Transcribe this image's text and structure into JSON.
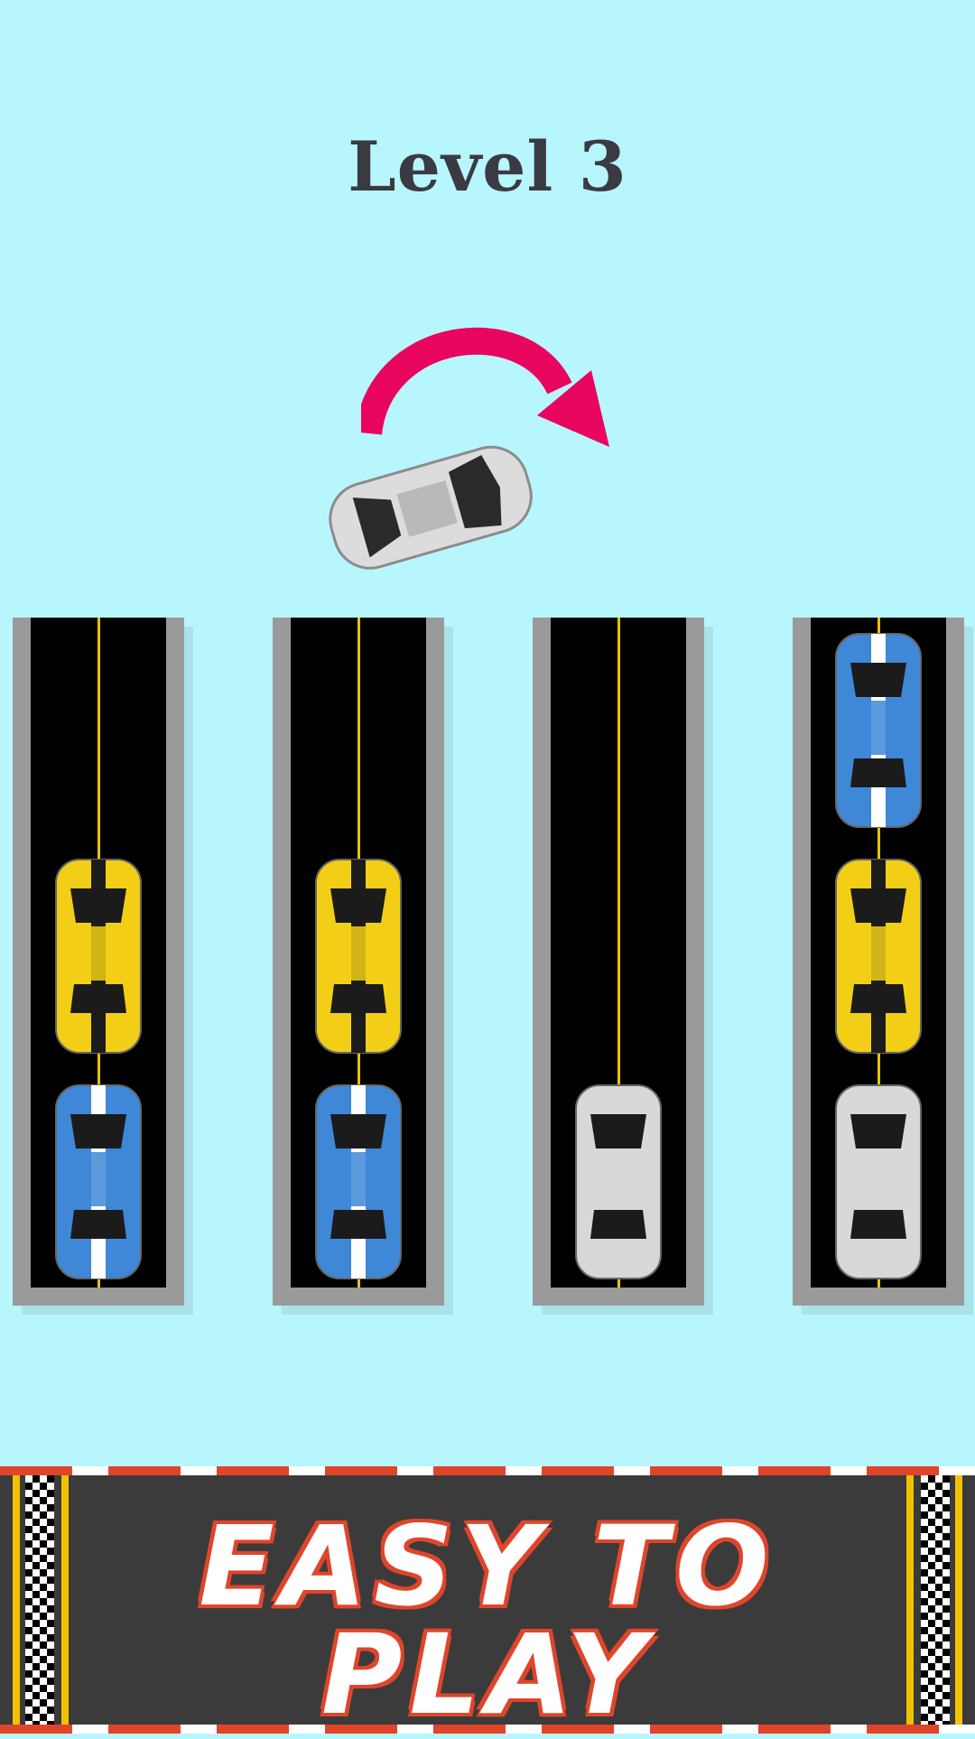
{
  "level": {
    "title": "Level 3"
  },
  "hint": {
    "arrow_color": "#e8065e",
    "floating_car": "white"
  },
  "colors": {
    "background": "#b8f6fd",
    "car_blue": "#3f88d8",
    "car_yellow": "#f2cf16",
    "car_white": "#d8d8d8"
  },
  "lanes": [
    {
      "cars": [
        "blue",
        "yellow"
      ]
    },
    {
      "cars": [
        "blue",
        "yellow"
      ]
    },
    {
      "cars": [
        "white"
      ]
    },
    {
      "cars": [
        "white",
        "yellow",
        "blue"
      ]
    }
  ],
  "banner": {
    "line1": "EASY TO",
    "line2": "PLAY"
  }
}
